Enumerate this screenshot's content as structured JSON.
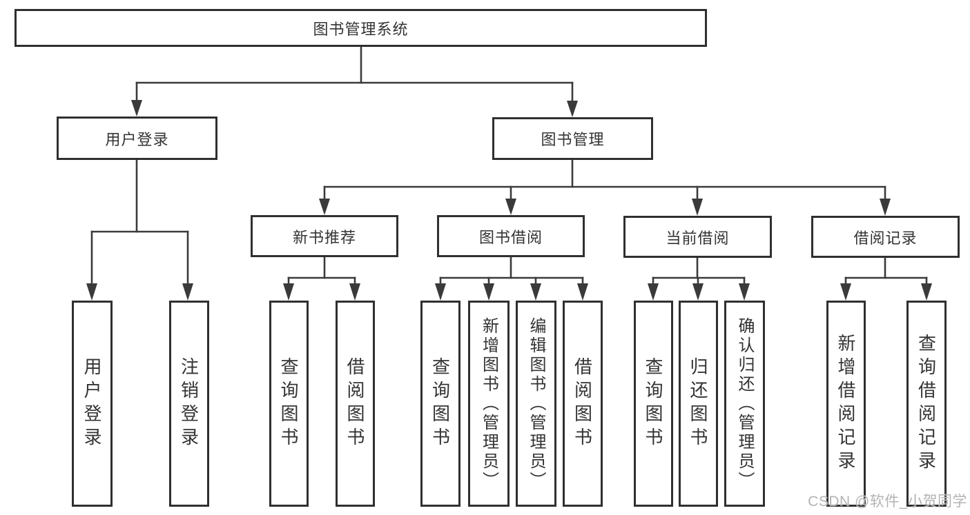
{
  "tree": {
    "root": {
      "label": "图书管理系统",
      "children": [
        {
          "label": "用户登录",
          "children": [
            {
              "label": "用户登录"
            },
            {
              "label": "注销登录"
            }
          ]
        },
        {
          "label": "图书管理",
          "children": [
            {
              "label": "新书推荐",
              "children": [
                {
                  "label": "查询图书"
                },
                {
                  "label": "借阅图书"
                }
              ]
            },
            {
              "label": "图书借阅",
              "children": [
                {
                  "label": "查询图书"
                },
                {
                  "label": "新增图书（管理员）"
                },
                {
                  "label": "编辑图书（管理员）"
                },
                {
                  "label": "借阅图书"
                }
              ]
            },
            {
              "label": "当前借阅",
              "children": [
                {
                  "label": "查询图书"
                },
                {
                  "label": "归还图书"
                },
                {
                  "label": "确认归还（管理员）"
                }
              ]
            },
            {
              "label": "借阅记录",
              "children": [
                {
                  "label": "新增借阅记录"
                },
                {
                  "label": "查询借阅记录"
                }
              ]
            }
          ]
        }
      ]
    }
  },
  "watermark": {
    "text": "CSDN @软件_小贺同学"
  },
  "colors": {
    "line": "#3a3a3a",
    "box_border": "#2f2f2f",
    "text": "#333333",
    "watermark": "#b3b3b3",
    "background": "#ffffff"
  }
}
